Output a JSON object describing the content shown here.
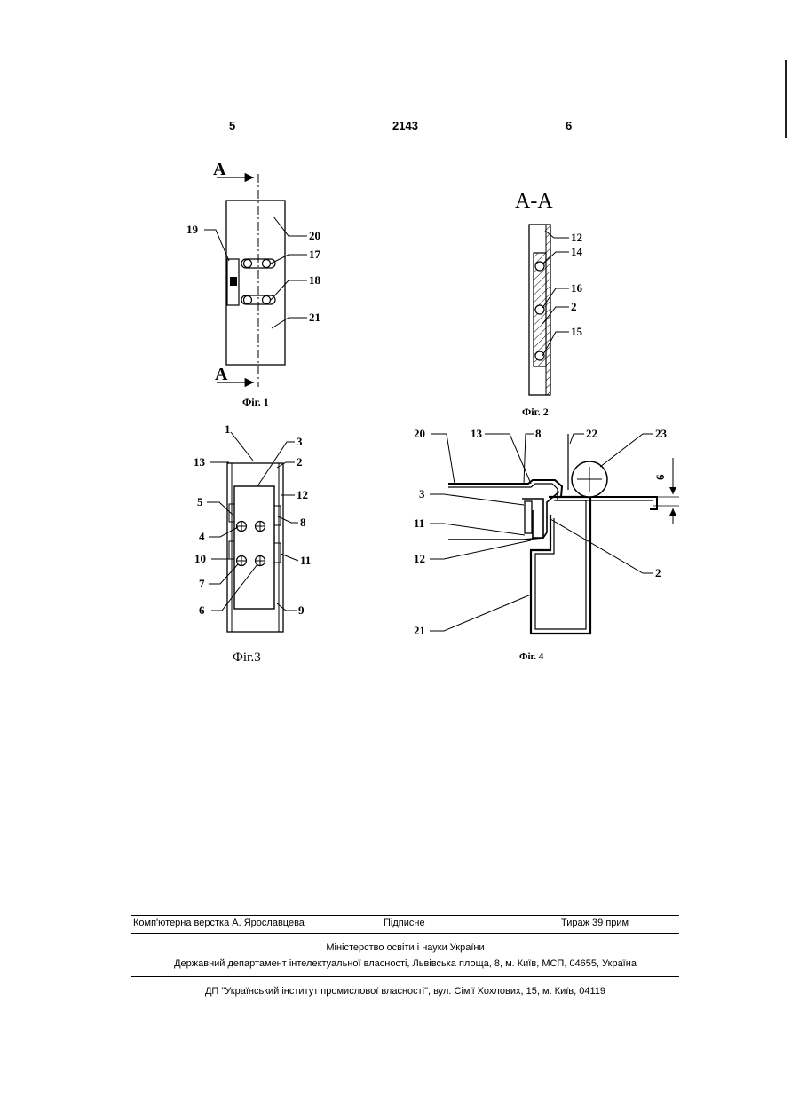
{
  "header": {
    "left_page": "5",
    "patent_number": "2143",
    "right_page": "6"
  },
  "section_arrow_label": "A",
  "section_title": "А-А",
  "fig1": {
    "caption": "Фіг. 1",
    "labels": {
      "l19": "19",
      "l20": "20",
      "l17": "17",
      "l18": "18",
      "l21": "21"
    }
  },
  "fig2": {
    "caption": "Фіг. 2",
    "labels": {
      "l12": "12",
      "l14": "14",
      "l16": "16",
      "l2": "2",
      "l15": "15"
    }
  },
  "fig3": {
    "caption": "Фіг.3",
    "labels": {
      "l1": "1",
      "l3": "3",
      "l13": "13",
      "l2": "2",
      "l12": "12",
      "l5": "5",
      "l8": "8",
      "l4": "4",
      "l10": "10",
      "l11": "11",
      "l7": "7",
      "l6": "6",
      "l9": "9"
    }
  },
  "fig4": {
    "caption": "Фіг. 4",
    "labels": {
      "l20": "20",
      "l13": "13",
      "l8": "8",
      "l22": "22",
      "l23": "23",
      "l3": "3",
      "l11": "11",
      "l12": "12",
      "l2": "2",
      "l21": "21",
      "l6": "6"
    }
  },
  "footer": {
    "typesetter": "Комп'ютерна верстка А. Ярославцева",
    "subscription": "Підписне",
    "circulation": "Тираж 39 прим",
    "ministry": "Міністерство освіти і науки України",
    "department": "Державний департамент інтелектуальної власності, Львівська площа, 8, м. Київ, МСП, 04655, Україна",
    "institute": "ДП \"Український інститут промислової власності\", вул. Сім'ї Хохлових, 15, м. Київ, 04119"
  }
}
